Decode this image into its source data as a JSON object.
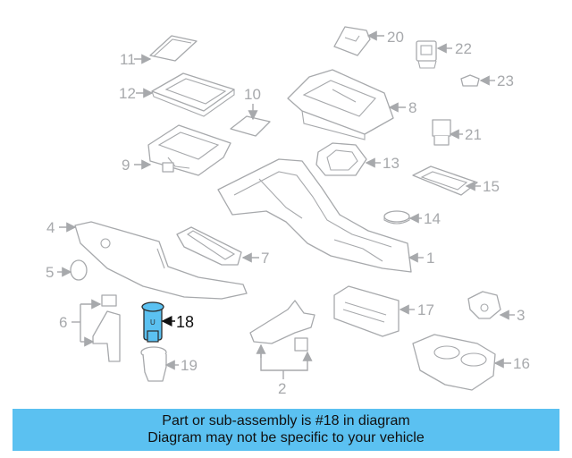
{
  "callouts": [
    "1",
    "2",
    "3",
    "4",
    "5",
    "6",
    "7",
    "8",
    "9",
    "10",
    "11",
    "12",
    "13",
    "14",
    "15",
    "16",
    "17",
    "18",
    "19",
    "20",
    "21",
    "22",
    "23"
  ],
  "highlighted_part": "18",
  "highlight_color": "#5bc1f1",
  "line_color": "#a7a9ac",
  "banner": {
    "line1": "Part or sub-assembly is #18 in diagram",
    "line2": "Diagram may not be specific to your vehicle"
  }
}
